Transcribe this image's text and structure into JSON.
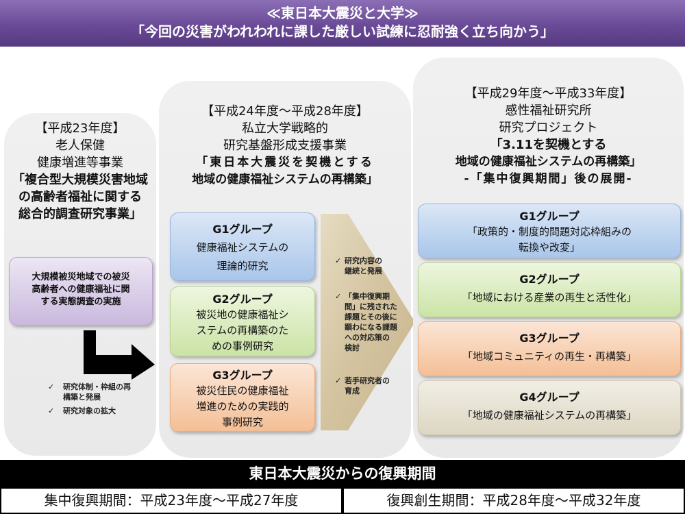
{
  "header": {
    "line1": "≪東日本大震災と大学≫",
    "line2": "「今回の災害がわれわれに課した厳しい試練に忍耐強く立ち向かう」"
  },
  "panel1": {
    "year": "【平成23年度】",
    "name1": "老人保健",
    "name2": "健康増進等事業",
    "sub1": "「複合型大規模災害地域",
    "sub2": "の高齢者福祉に関する",
    "sub3": "総合的調査研究事業」",
    "box_lines": [
      "大規模被災地域での被災",
      "高齢者への健康福祉に関",
      "する実態調査の実施"
    ],
    "checks": [
      {
        "lines": [
          "研究体制・枠組の再",
          "構築と発展"
        ]
      },
      {
        "lines": [
          "研究対象の拡大"
        ]
      }
    ]
  },
  "panel2": {
    "year": "【平成24年度～平成28年度】",
    "name1": "私立大学戦略的",
    "name2": "研究基盤形成支援事業",
    "sub1": "「東日本大震災を契機とする",
    "sub2": "地域の健康福祉システムの再構築」",
    "groups": [
      {
        "title": "G1グループ",
        "lines": [
          "健康福祉システムの",
          "理論的研究"
        ]
      },
      {
        "title": "G2グループ",
        "lines": [
          "被災地の健康福祉シ",
          "ステムの再構築のた",
          "めの事例研究"
        ]
      },
      {
        "title": "G3グループ",
        "lines": [
          "被災住民の健康福祉",
          "増進のための実践的",
          "事例研究"
        ]
      }
    ],
    "checks": [
      {
        "lines": [
          "研究内容の",
          "継続と発展"
        ]
      },
      {
        "lines": [
          "「集中復興期",
          "間」に残された",
          "課題とその後に",
          "顕わになる課題",
          "への対応策の",
          "検討"
        ]
      },
      {
        "lines": [
          "若手研究者の",
          "育成"
        ]
      }
    ]
  },
  "panel3": {
    "year": "【平成29年度～平成33年度】",
    "name1": "感性福祉研究所",
    "name2": "研究プロジェクト",
    "sub1": "「3.11を契機とする",
    "sub2": "地域の健康福祉システムの再構築」",
    "sub3": "-「集中復興期間」後の展開-",
    "groups": [
      {
        "title": "G1グループ",
        "lines": [
          "「政策的・制度的問題対応枠組みの",
          "転換や改変」"
        ]
      },
      {
        "title": "G2グループ",
        "lines": [
          "「地域における産業の再生と活性化」"
        ]
      },
      {
        "title": "G3グループ",
        "lines": [
          "「地域コミュニティの再生・再構築」"
        ]
      },
      {
        "title": "G4グループ",
        "lines": [
          "「地域の健康福祉システムの再構築」"
        ]
      }
    ]
  },
  "footer": {
    "title": "東日本大震災からの復興期間",
    "left": "集中復興期間：平成23年度～平成27年度",
    "right": "復興創生期間：平成28年度～平成32年度"
  },
  "colors": {
    "header": "#6a4a97",
    "g_blue": "#a9c6ea",
    "g_green": "#cbe3a6",
    "g_orange": "#f4bf96",
    "g_tan": "#dcd6c2",
    "g_purple": "#c9b9dd"
  },
  "icons": {
    "check": "✓",
    "arrow": "elbow-arrow-icon"
  }
}
